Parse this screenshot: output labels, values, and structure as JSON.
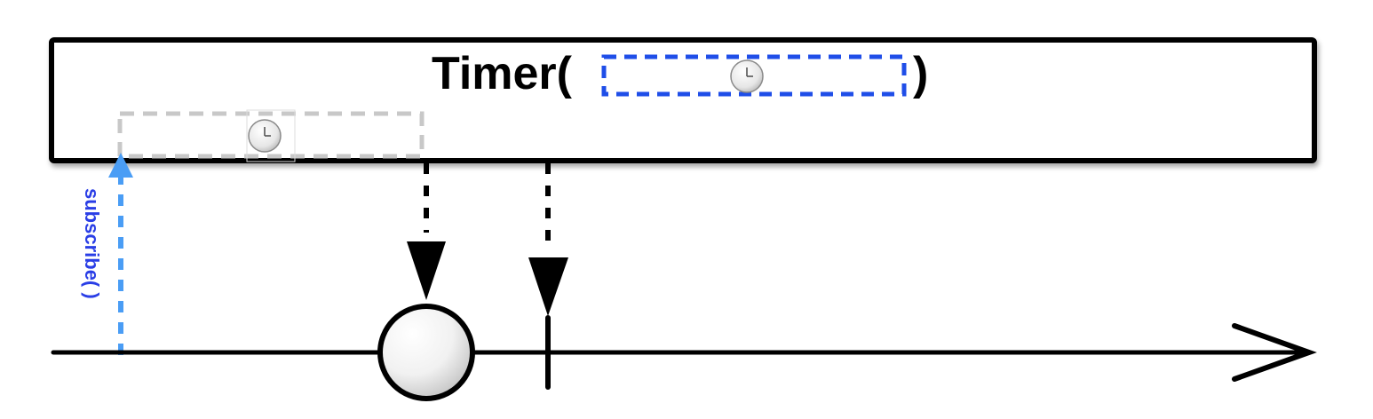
{
  "operator": {
    "prefix": "Timer(",
    "suffix": ")"
  },
  "subscribe": {
    "label": "subscribe( )"
  },
  "colors": {
    "param_box": "#1f4ee8",
    "subscribe": "#4a9df5",
    "subscribe_text": "#2a3ee6",
    "elapsed_box": "#c8c8c8",
    "stroke": "#000000"
  },
  "icons": {
    "param_clock": "clock-icon",
    "elapsed_clock": "clock-icon"
  },
  "timeline": {
    "items": [
      "emission-circle",
      "completion-tick"
    ]
  }
}
